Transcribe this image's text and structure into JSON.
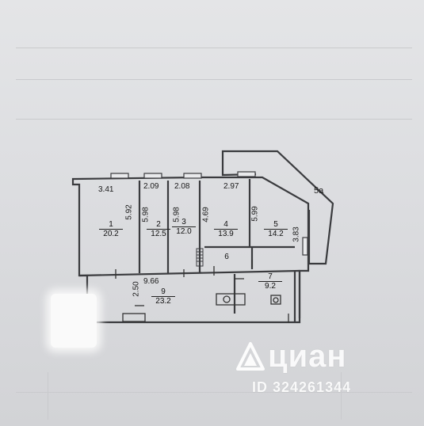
{
  "walls": {
    "top": [
      "3.41",
      "2.09",
      "2.08",
      "2.97"
    ],
    "left_side": [
      "5.92",
      "5.98",
      "5.98",
      "4.69",
      "5.99"
    ],
    "right": "3.83",
    "corridor": "9.66",
    "hall": "2.50"
  },
  "rooms": [
    {
      "num": "1",
      "area": "20.2"
    },
    {
      "num": "2",
      "area": "12.5"
    },
    {
      "num": "3",
      "area": "12.0"
    },
    {
      "num": "4",
      "area": "13.9"
    },
    {
      "num": "5",
      "area": "14.2"
    },
    {
      "num": "6",
      "area": ""
    },
    {
      "num": "7",
      "area": "9.2"
    },
    {
      "num": "9",
      "area": "23.2"
    }
  ],
  "balcony_label": "5а",
  "watermark": {
    "brand": "циан",
    "id": "ID 324261344"
  }
}
